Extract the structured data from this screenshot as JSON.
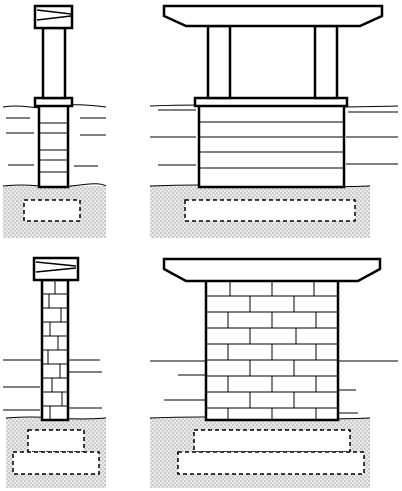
{
  "figure": {
    "panels": [
      {
        "id": "top-left",
        "pier_type": "pile-bent",
        "view": "side"
      },
      {
        "id": "top-right",
        "pier_type": "pile-bent",
        "view": "front"
      },
      {
        "id": "bottom-left",
        "pier_type": "masonry-pier",
        "view": "side"
      },
      {
        "id": "bottom-right",
        "pier_type": "masonry-pier",
        "view": "front"
      }
    ],
    "colors": {
      "stroke": "#000000",
      "background": "#ffffff",
      "soil_fill": "#e6e6e6",
      "soil_dots": "#555555"
    },
    "layers": [
      "cap",
      "column",
      "water",
      "piles",
      "soil",
      "footing"
    ]
  }
}
